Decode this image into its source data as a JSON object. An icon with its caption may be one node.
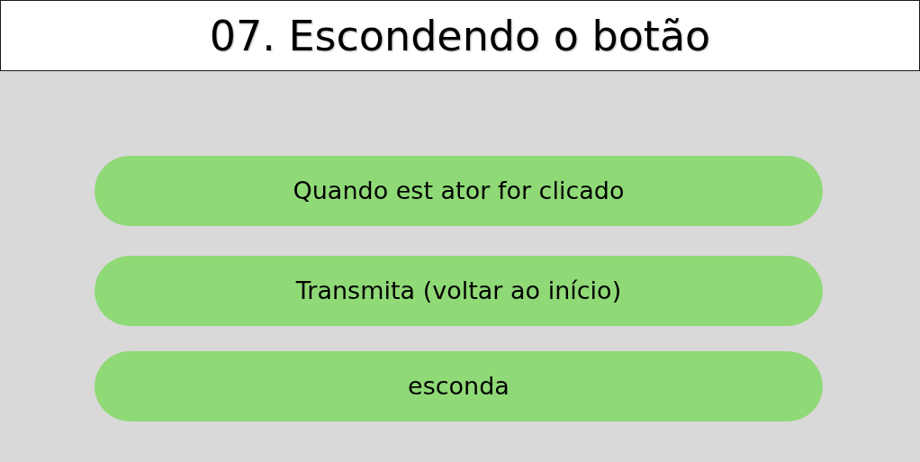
{
  "diagram": {
    "title": "07. Escondendo o botão",
    "nodes": [
      {
        "text": [
          "Quando est ator for clicado"
        ]
      },
      {
        "text": [
          "Transmita (voltar ao início)"
        ]
      },
      {
        "text": [
          "esconda"
        ]
      }
    ]
  }
}
